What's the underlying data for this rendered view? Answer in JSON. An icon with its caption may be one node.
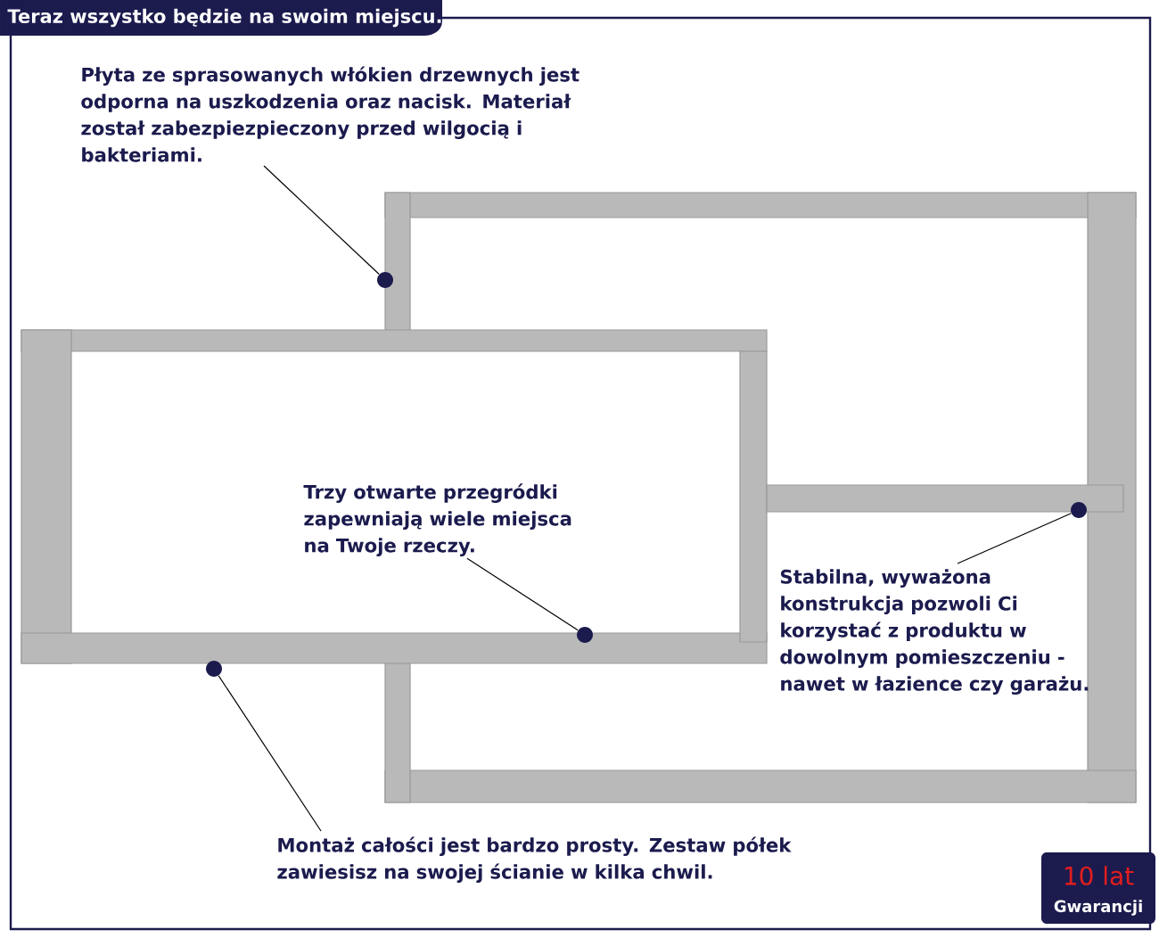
{
  "diagram": {
    "title": "Teraz wszystko będzie na swoim miejscu.",
    "nodes": [
      {
        "text": [
          "Płyta ze sprasowanych włókien drzewnych jest odporna na uszkodzenia oraz nacisk. Materiał został zabezpiezpieczony przed wilgocią i bakteriami."
        ]
      },
      {
        "text": [
          "Trzy otwarte przegródki zapewniają wiele miejsca na Twoje rzeczy."
        ]
      },
      {
        "text": [
          "Stabilna, wyważona konstrukcja pozwoli Ci korzystać z produktu w dowolnym pomieszczeniu - nawet w łazience czy garażu."
        ]
      },
      {
        "text": [
          "Montaż całości jest bardzo prosty. Zestaw półek zawiesisz na swojej ścianie w kilka chwil."
        ]
      },
      {
        "text": [],
        "shape": "circle"
      },
      {
        "text": [],
        "shape": "circle"
      },
      {
        "text": [],
        "shape": "circle"
      },
      {
        "text": [],
        "shape": "circle"
      }
    ],
    "edges": [
      {
        "from": 0,
        "to": 4,
        "arrow": "none"
      },
      {
        "from": 1,
        "to": 6,
        "arrow": "none"
      },
      {
        "from": 2,
        "to": 5,
        "arrow": "none"
      },
      {
        "from": 3,
        "to": 7,
        "arrow": "none"
      }
    ],
    "labels": [
      "10 lat",
      "Gwarancji"
    ]
  }
}
